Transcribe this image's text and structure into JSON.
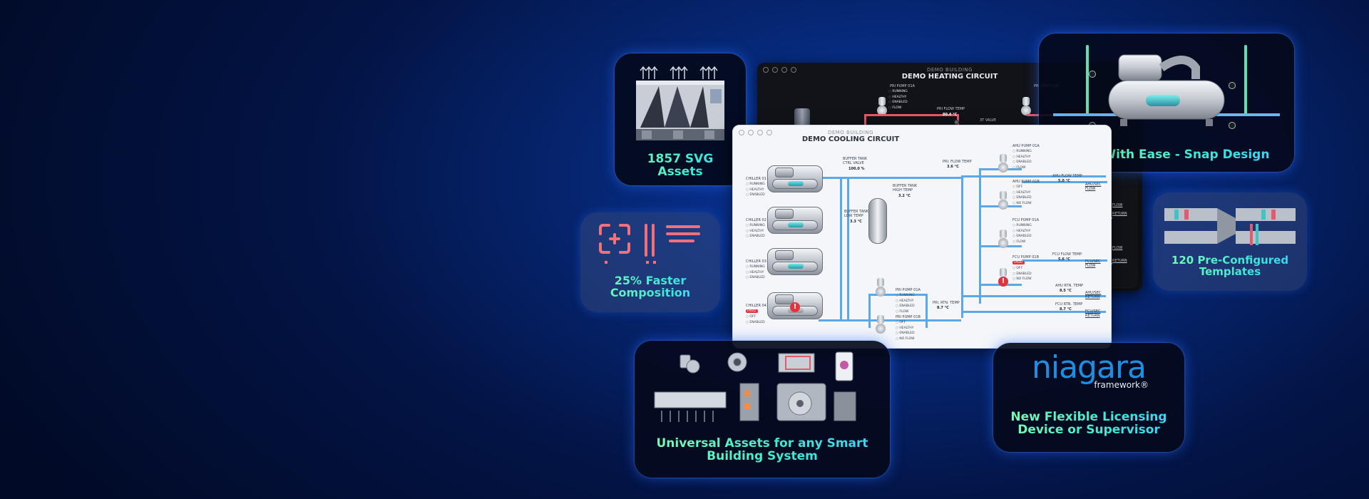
{
  "cards": {
    "svg_assets": {
      "title_line1": "1857 SVG",
      "title_line2": "Assets"
    },
    "faster": {
      "title_line1": "25% Faster",
      "title_line2": "Composition"
    },
    "snap": {
      "title": "Build With Ease - Snap Design"
    },
    "templates": {
      "title_line1": "120 Pre-Configured",
      "title_line2": "Templates"
    },
    "universal": {
      "title_line1": "Universal Assets for any Smart",
      "title_line2": "Building System"
    },
    "licensing": {
      "logo_word": "niagara",
      "logo_sub": "framework®",
      "title_line1": "New Flexible Licensing",
      "title_line2": "Device or Supervisor"
    }
  },
  "heating_window": {
    "subtitle": "DEMO BUILDING",
    "title": "DEMO HEATING CIRCUIT",
    "pump_label": "PRI PUMP 01A",
    "status": [
      "RUNNING",
      "HEALTHY",
      "ENABLED",
      "FLOW"
    ],
    "flow_temp_label": "PRI FLOW TEMP",
    "flow_temp_value": "80.4 °C",
    "valve_label": "3T VALVE",
    "right_pump_label": "PRI PUMP 01B"
  },
  "cooling_window": {
    "subtitle": "DEMO BUILDING",
    "title": "DEMO COOLING CIRCUIT",
    "chillers": [
      {
        "label": "CHILLER 01",
        "status": [
          "RUNNING",
          "HEALTHY",
          "ENABLED"
        ],
        "fault": ""
      },
      {
        "label": "CHILLER 02",
        "status": [
          "RUNNING",
          "HEALTHY",
          "ENABLED"
        ],
        "fault": ""
      },
      {
        "label": "CHILLER 03",
        "status": [
          "RUNNING",
          "HEALTHY",
          "ENABLED"
        ],
        "fault": ""
      },
      {
        "label": "CHILLER 04",
        "status": [
          "OFF",
          "ENABLED"
        ],
        "fault": "FAULT"
      }
    ],
    "buffer_valve_label": "BUFFER TANK\nCTRL VALVE",
    "buffer_valve_value": "100.0 %",
    "pri_flow_temp_label": "PRI. FLOW TEMP",
    "pri_flow_temp_value": "3.6 °C",
    "buffer_high_label": "BUFFER TANK\nHIGH TEMP",
    "buffer_high_value": "3.2 °C",
    "buffer_low_label": "BUFFER TANK\nLOW TEMP",
    "buffer_low_value": "3.3 °C",
    "ahu_pump_a_label": "AHU PUMP 01A",
    "ahu_pump_a_status": [
      "RUNNING",
      "HEALTHY",
      "ENABLED",
      "FLOW"
    ],
    "ahu_pump_b_label": "AHU PUMP 01B",
    "ahu_pump_b_status": [
      "OFF",
      "HEALTHY",
      "ENABLED",
      "NO FLOW"
    ],
    "ahu_flow_temp_label": "AHU FLOW TEMP",
    "ahu_flow_temp_value": "5.0 °C",
    "ahu_flow_link": "AHU/SEC\nFLOW",
    "fcu_pump_a_label": "FCU PUMP 01A",
    "fcu_pump_a_status": [
      "RUNNING",
      "HEALTHY",
      "ENABLED",
      "FLOW"
    ],
    "fcu_pump_b_label": "FCU PUMP 01B",
    "fcu_pump_b_status": [
      "OFF",
      "ENABLED",
      "NO FLOW"
    ],
    "fcu_pump_b_fault": "FAULT",
    "fcu_flow_temp_label": "FCU FLOW TEMP",
    "fcu_flow_temp_value": "5.6 °C",
    "fcu_flow_link": "FCU/SEC\nFLOW",
    "pri_pump_a_label": "PRI PUMP 01A",
    "pri_pump_a_status": [
      "RUNNING",
      "HEALTHY",
      "ENABLED",
      "FLOW"
    ],
    "pri_pump_b_label": "PRI PUMP 01B",
    "pri_pump_b_status": [
      "OFF",
      "HEALTHY",
      "ENABLED",
      "NO FLOW"
    ],
    "pri_rtn_temp_label": "PRI. RTN. TEMP",
    "pri_rtn_temp_value": "8.7 °C",
    "ahu_rtn_temp_label": "AHU RTN. TEMP",
    "ahu_rtn_temp_value": "8.5 °C",
    "ahu_return_link": "AHU/SEC\nRETURN",
    "fcu_rtn_temp_label": "FCU RTN. TEMP",
    "fcu_rtn_temp_value": "8.7 °C",
    "fcu_return_link": "FCU/SEC\nRETURN"
  },
  "side_window_links": [
    "FLOW",
    "RETURN",
    "FLOW",
    "RETURN"
  ]
}
